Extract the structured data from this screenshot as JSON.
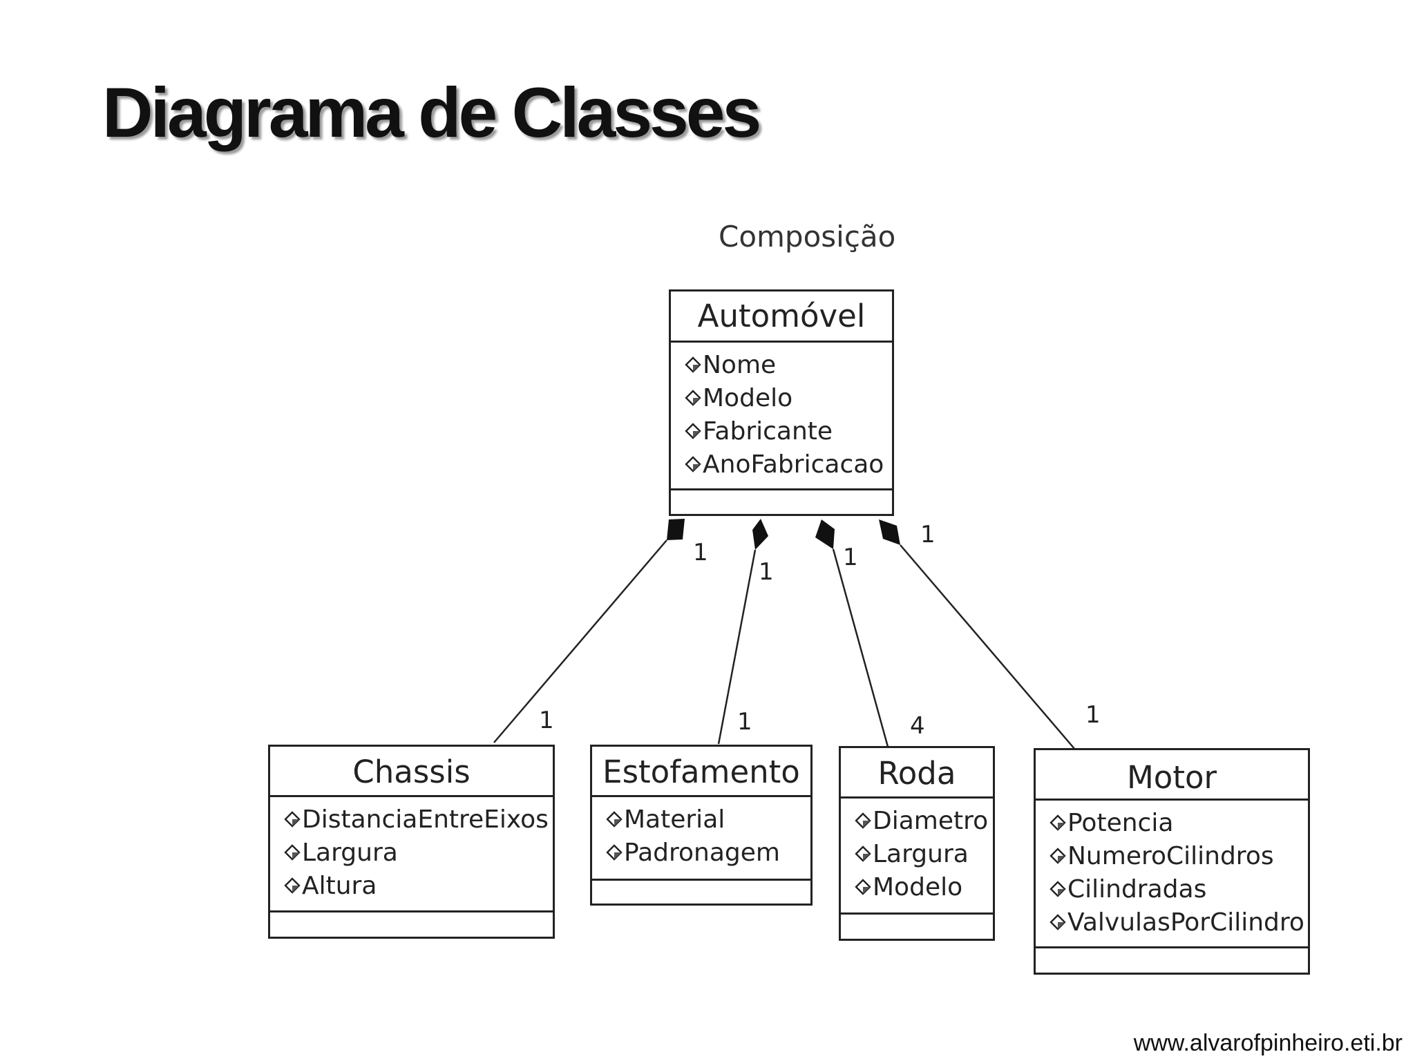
{
  "title": "Diagrama de Classes",
  "caption": "Composição",
  "footer_url": "www.alvarofpinheiro.eti.br",
  "colors": {
    "line": "#222222",
    "text": "#111111",
    "shadow": "#9a9a9a"
  },
  "attribute_icon": "diamond-icon",
  "composite": {
    "name": "Automóvel",
    "attributes": [
      "Nome",
      "Modelo",
      "Fabricante",
      "AnoFabricacao"
    ]
  },
  "parts": [
    {
      "name": "Chassis",
      "attributes": [
        "DistanciaEntreEixos",
        "Largura",
        "Altura"
      ],
      "whole_multiplicity": "1",
      "part_multiplicity": "1"
    },
    {
      "name": "Estofamento",
      "attributes": [
        "Material",
        "Padronagem"
      ],
      "whole_multiplicity": "1",
      "part_multiplicity": "1"
    },
    {
      "name": "Roda",
      "attributes": [
        "Diametro",
        "Largura",
        "Modelo"
      ],
      "whole_multiplicity": "1",
      "part_multiplicity": "4"
    },
    {
      "name": "Motor",
      "attributes": [
        "Potencia",
        "NumeroCilindros",
        "Cilindradas",
        "ValvulasPorCilindro"
      ],
      "whole_multiplicity": "1",
      "part_multiplicity": "1"
    }
  ]
}
